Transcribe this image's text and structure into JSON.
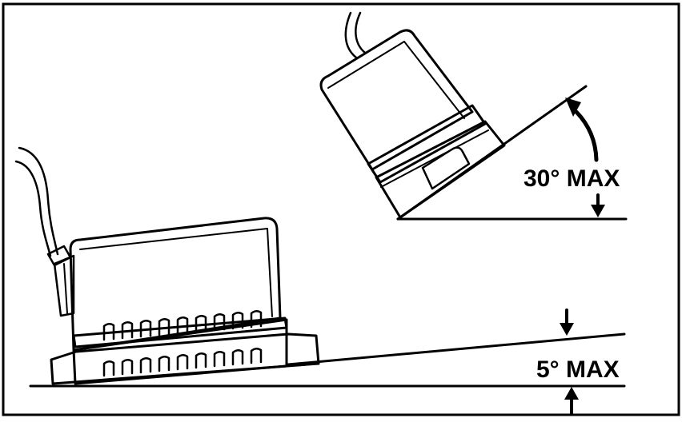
{
  "labels": {
    "steep_angle": "30° MAX",
    "shallow_angle": "5° MAX"
  },
  "angles": {
    "steep_max_degrees": 30,
    "shallow_max_degrees": 5
  },
  "colors": {
    "ink": "#000000",
    "background": "#ffffff"
  }
}
